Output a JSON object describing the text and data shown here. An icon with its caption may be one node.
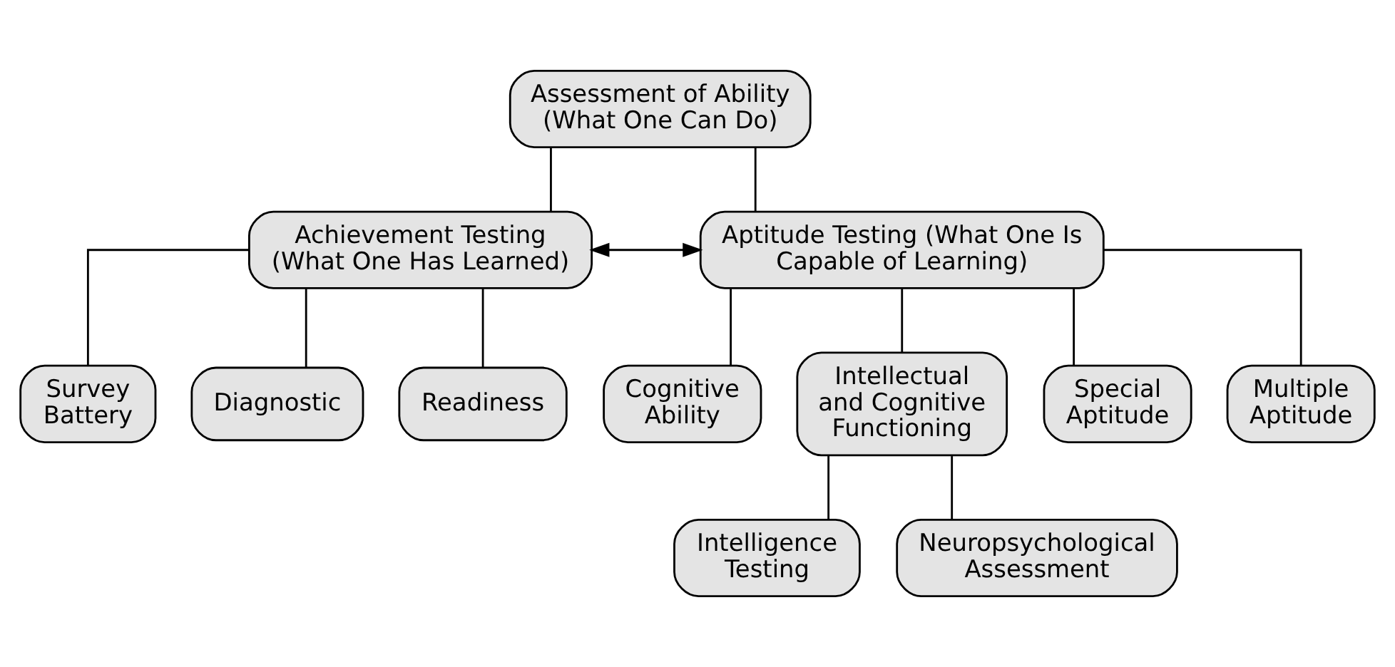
{
  "diagram": {
    "nodes": [
      {
        "text": [
          "Assessment of Ability (What One Can Do)"
        ]
      },
      {
        "text": [
          "Achievement Testing (What One Has Learned)"
        ]
      },
      {
        "text": [
          "Aptitude Testing (What One Is Capable of Learning)"
        ]
      },
      {
        "text": [
          "Survey Battery"
        ]
      },
      {
        "text": [
          "Diagnostic"
        ]
      },
      {
        "text": [
          "Readiness"
        ]
      },
      {
        "text": [
          "Cognitive Ability"
        ]
      },
      {
        "text": [
          "Intellectual and Cognitive Functioning"
        ]
      },
      {
        "text": [
          "Special Aptitude"
        ]
      },
      {
        "text": [
          "Multiple Aptitude"
        ]
      },
      {
        "text": [
          "Intelligence Testing"
        ]
      },
      {
        "text": [
          "Neuropsychological Assessment"
        ]
      }
    ],
    "edges": [
      {
        "from": 0,
        "to": 1,
        "arrow": "none"
      },
      {
        "from": 0,
        "to": 2,
        "arrow": "none"
      },
      {
        "from": 1,
        "to": 2,
        "arrow": "both"
      },
      {
        "from": 1,
        "to": 3,
        "arrow": "none"
      },
      {
        "from": 1,
        "to": 4,
        "arrow": "none"
      },
      {
        "from": 1,
        "to": 5,
        "arrow": "none"
      },
      {
        "from": 2,
        "to": 6,
        "arrow": "none"
      },
      {
        "from": 2,
        "to": 7,
        "arrow": "none"
      },
      {
        "from": 2,
        "to": 8,
        "arrow": "none"
      },
      {
        "from": 2,
        "to": 9,
        "arrow": "none"
      },
      {
        "from": 7,
        "to": 10,
        "arrow": "none"
      },
      {
        "from": 7,
        "to": 11,
        "arrow": "none"
      }
    ]
  }
}
